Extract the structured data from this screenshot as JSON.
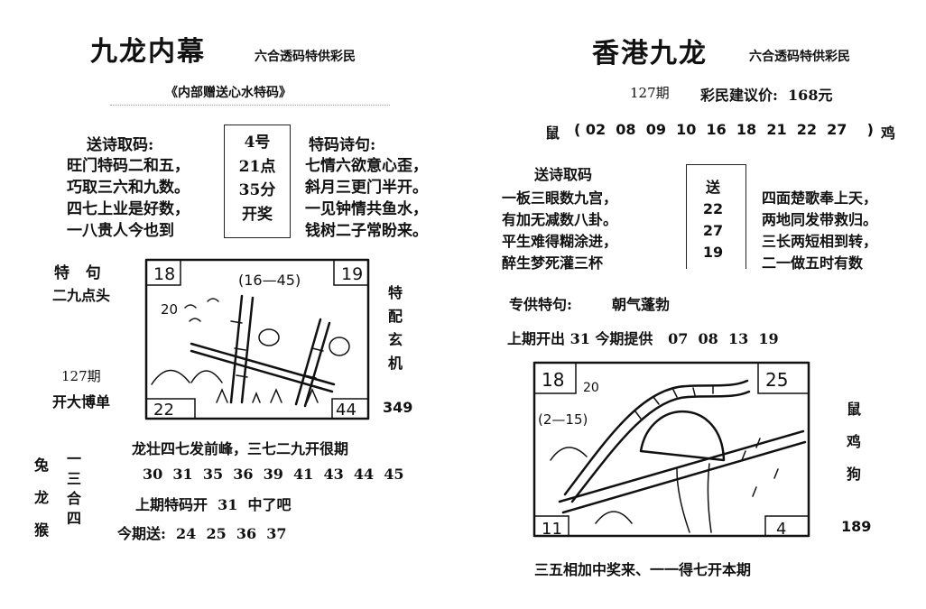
{
  "left": {
    "title": "九龙内幕",
    "subtitle": "六合透码特供彩民",
    "banner": "《内部赠送心水特码》",
    "send_label": "送诗取码:",
    "send_lines": [
      "旺门特码二和五，",
      "巧取三六和九数。",
      "四七上业是好数，",
      "一八贵人今也到"
    ],
    "time_lines": [
      "4号",
      "21点",
      "35分",
      "开奖"
    ],
    "poem_label": "特码诗句:",
    "poem_lines": [
      "七情六欲意心歪，",
      "斜月三更门半开。",
      "一见钟情共鱼水，",
      "钱树二子常盼来。"
    ],
    "special_label": "特   句",
    "special_phrase": "二九点头",
    "period": "127期",
    "big_bet": "开大博单",
    "side_vertical": [
      "特",
      "配",
      "玄",
      "机"
    ],
    "side_number": "349",
    "picture": {
      "corner_tl": "18",
      "corner_tr": "19",
      "corner_bl": "22",
      "corner_br": "44",
      "note": "(16—45)",
      "mark": "20"
    },
    "dragon_phrase": "龙壮四七发前峰，三七二九开很期",
    "zodiac_col1": [
      "兔",
      "龙",
      "猴"
    ],
    "zodiac_col2": [
      "一",
      "三",
      "合",
      "四"
    ],
    "numbers": "30  31  35  36  39  41  43  44  45",
    "last_period": "上期特码开  31  中了吧",
    "today_send": "今期送:  24  25  36  37"
  },
  "right": {
    "title": "香港九龙",
    "subtitle": "六合透码特供彩民",
    "period": "127期",
    "price": "彩民建议价:  168元",
    "rat_start": "鼠",
    "rat_numbers": "( 02  08  09  10  16  18  21  22  27    )",
    "rat_end": "鸡",
    "send_label": "送诗取码",
    "send_lines": [
      "一板三眼数九宫，",
      "有加无减数八卦。",
      "平生难得糊涂进，",
      "醉生梦死灌三杯"
    ],
    "box_lines": [
      "送",
      "22",
      "27",
      "19"
    ],
    "poem_lines": [
      "四面楚歌奉上天，",
      "两地同发带救归。",
      "三长两短相到转，",
      "二一做五时有数"
    ],
    "special_label": "专供特句:",
    "special_phrase": "朝气蓬勃",
    "last_provide": "上期开出 31 今期提供   07  08  13  19",
    "picture": {
      "corner_tl": "18",
      "corner_tr": "25",
      "corner_bl": "11",
      "corner_br": "4",
      "note": "(2—15)",
      "mark": "20"
    },
    "side_vertical": [
      "鼠",
      "鸡",
      "狗"
    ],
    "side_number": "189",
    "bottom_phrase": "三五相加中奖来、一一得七开本期"
  }
}
